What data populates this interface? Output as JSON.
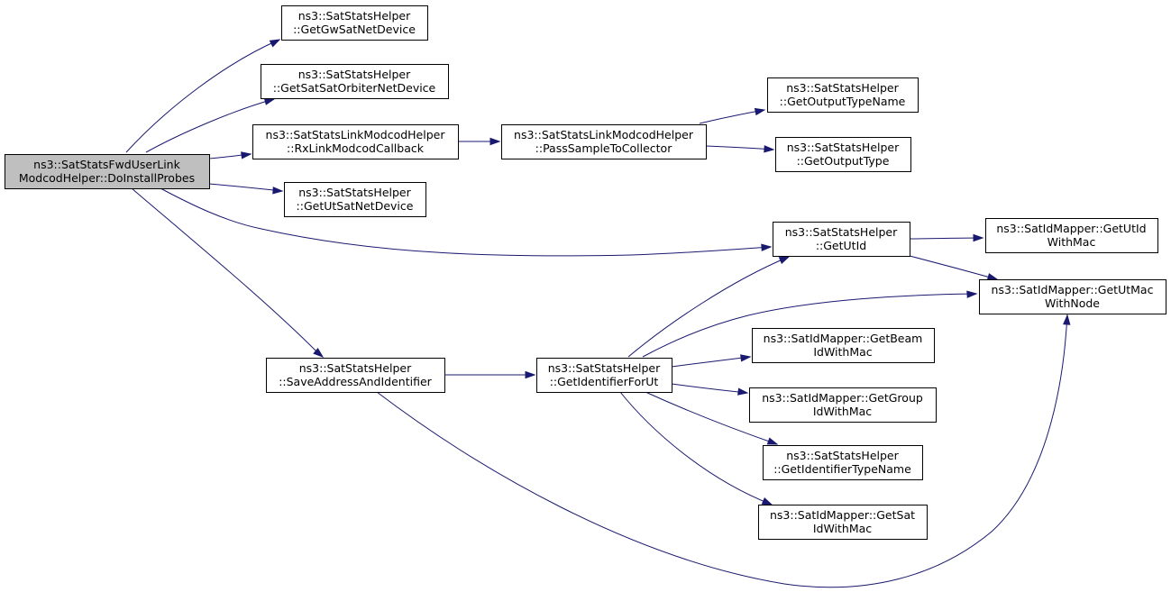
{
  "colors": {
    "edge": "#191970",
    "node_fill": "#ffffff",
    "root_fill": "#bfbfbf",
    "node_border": "#000000"
  },
  "nodes": [
    {
      "id": "root",
      "lines": [
        "ns3::SatStatsFwdUserLink",
        "ModcodHelper::DoInstallProbes"
      ],
      "root": true
    },
    {
      "id": "gwsat",
      "lines": [
        "ns3::SatStatsHelper",
        "::GetGwSatNetDevice"
      ]
    },
    {
      "id": "satorb",
      "lines": [
        "ns3::SatStatsHelper",
        "::GetSatSatOrbiterNetDevice"
      ]
    },
    {
      "id": "rxlink",
      "lines": [
        "ns3::SatStatsLinkModcodHelper",
        "::RxLinkModcodCallback"
      ]
    },
    {
      "id": "utsat",
      "lines": [
        "ns3::SatStatsHelper",
        "::GetUtSatNetDevice"
      ]
    },
    {
      "id": "pass",
      "lines": [
        "ns3::SatStatsLinkModcodHelper",
        "::PassSampleToCollector"
      ]
    },
    {
      "id": "outname",
      "lines": [
        "ns3::SatStatsHelper",
        "::GetOutputTypeName"
      ]
    },
    {
      "id": "outtype",
      "lines": [
        "ns3::SatStatsHelper",
        "::GetOutputType"
      ]
    },
    {
      "id": "getutid",
      "lines": [
        "ns3::SatStatsHelper",
        "::GetUtId"
      ]
    },
    {
      "id": "utidmac",
      "lines": [
        "ns3::SatIdMapper::GetUtId",
        "WithMac"
      ]
    },
    {
      "id": "utmacnode",
      "lines": [
        "ns3::SatIdMapper::GetUtMac",
        "WithNode"
      ]
    },
    {
      "id": "saveaddr",
      "lines": [
        "ns3::SatStatsHelper",
        "::SaveAddressAndIdentifier"
      ]
    },
    {
      "id": "identut",
      "lines": [
        "ns3::SatStatsHelper",
        "::GetIdentifierForUt"
      ]
    },
    {
      "id": "beam",
      "lines": [
        "ns3::SatIdMapper::GetBeam",
        "IdWithMac"
      ]
    },
    {
      "id": "group",
      "lines": [
        "ns3::SatIdMapper::GetGroup",
        "IdWithMac"
      ]
    },
    {
      "id": "idtypename",
      "lines": [
        "ns3::SatStatsHelper",
        "::GetIdentifierTypeName"
      ]
    },
    {
      "id": "sat",
      "lines": [
        "ns3::SatIdMapper::GetSat",
        "IdWithMac"
      ]
    }
  ],
  "edges": [
    {
      "from": "root",
      "to": "gwsat"
    },
    {
      "from": "root",
      "to": "satorb"
    },
    {
      "from": "root",
      "to": "rxlink"
    },
    {
      "from": "root",
      "to": "utsat"
    },
    {
      "from": "root",
      "to": "getutid"
    },
    {
      "from": "root",
      "to": "saveaddr"
    },
    {
      "from": "rxlink",
      "to": "pass"
    },
    {
      "from": "pass",
      "to": "outname"
    },
    {
      "from": "pass",
      "to": "outtype"
    },
    {
      "from": "getutid",
      "to": "utidmac"
    },
    {
      "from": "getutid",
      "to": "utmacnode"
    },
    {
      "from": "saveaddr",
      "to": "identut"
    },
    {
      "from": "saveaddr",
      "to": "utmacnode"
    },
    {
      "from": "identut",
      "to": "getutid"
    },
    {
      "from": "identut",
      "to": "utmacnode"
    },
    {
      "from": "identut",
      "to": "beam"
    },
    {
      "from": "identut",
      "to": "group"
    },
    {
      "from": "identut",
      "to": "idtypename"
    },
    {
      "from": "identut",
      "to": "sat"
    }
  ]
}
